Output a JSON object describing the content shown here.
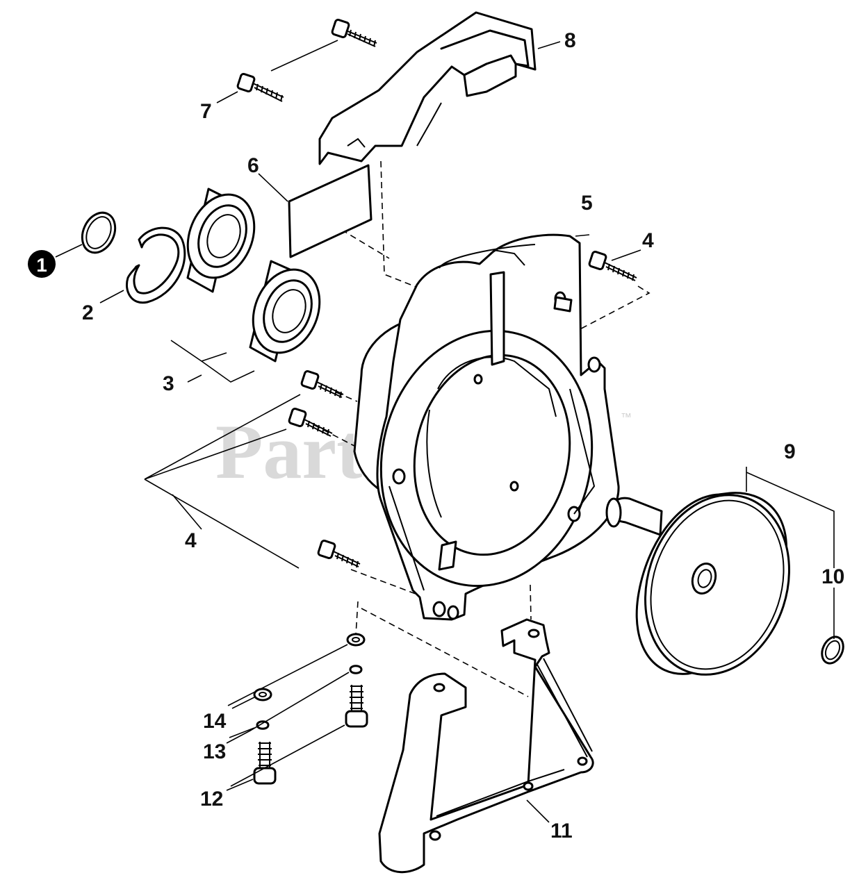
{
  "watermark": {
    "text": "PartsTree",
    "trademark": "™"
  },
  "callouts": [
    {
      "id": "c1",
      "label": "1",
      "highlighted": true
    },
    {
      "id": "c2",
      "label": "2"
    },
    {
      "id": "c3",
      "label": "3"
    },
    {
      "id": "c4a",
      "label": "4"
    },
    {
      "id": "c4b",
      "label": "4"
    },
    {
      "id": "c5",
      "label": "5"
    },
    {
      "id": "c6",
      "label": "6"
    },
    {
      "id": "c7",
      "label": "7"
    },
    {
      "id": "c8",
      "label": "8"
    },
    {
      "id": "c9",
      "label": "9"
    },
    {
      "id": "c10",
      "label": "10"
    },
    {
      "id": "c11",
      "label": "11"
    },
    {
      "id": "c12",
      "label": "12"
    },
    {
      "id": "c13",
      "label": "13"
    },
    {
      "id": "c14",
      "label": "14"
    }
  ],
  "colors": {
    "ink": "#000000",
    "watermark": "#d9d9d9",
    "background": "#ffffff"
  }
}
